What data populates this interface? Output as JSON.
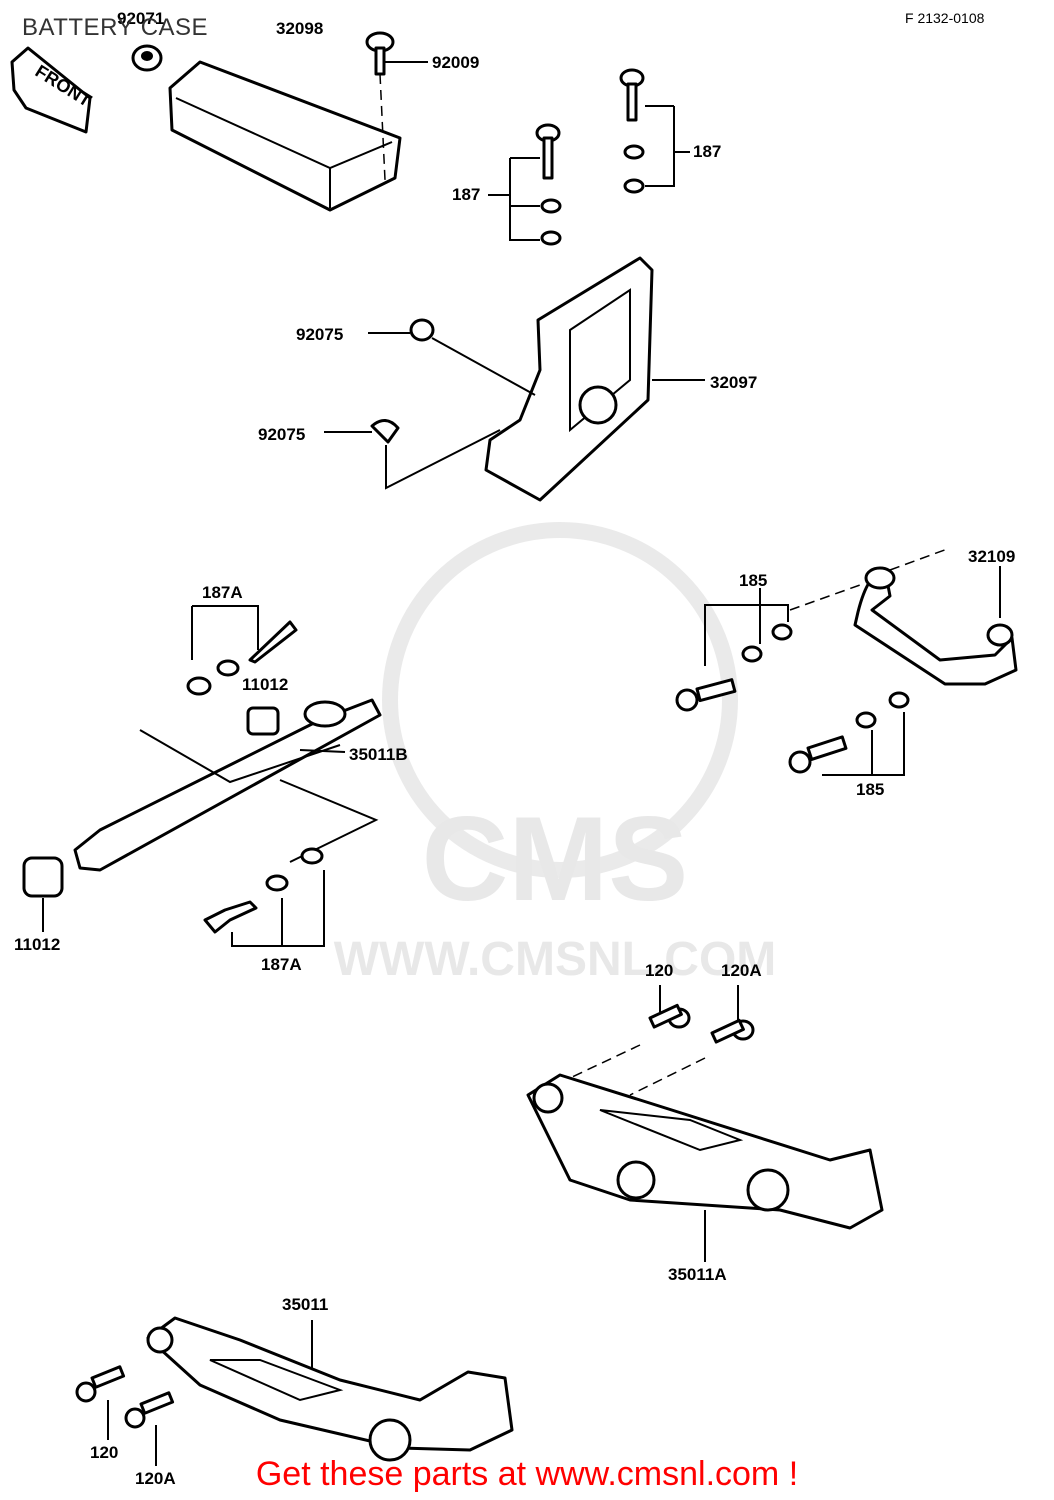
{
  "header": {
    "title": "BATTERY CASE",
    "diagram_code": "F 2132-0108"
  },
  "front_label": "FRONT",
  "watermark": {
    "logo_text": "CMS",
    "url_text": "WWW.CMSNL.COM"
  },
  "part_labels": {
    "p92071": "92071",
    "p32098": "32098",
    "p92009": "92009",
    "p187_right": "187",
    "p187_left": "187",
    "p92075_top": "92075",
    "p32097": "32097",
    "p92075_bottom": "92075",
    "p187A_top": "187A",
    "p11012_top": "11012",
    "p35011B": "35011B",
    "p11012_bottom": "11012",
    "p187A_bottom": "187A",
    "p185_top": "185",
    "p32109": "32109",
    "p185_bottom": "185",
    "p120_top": "120",
    "p120A_top": "120A",
    "p35011A": "35011A",
    "p35011": "35011",
    "p120_bottom": "120",
    "p120A_bottom": "120A"
  },
  "footer": {
    "link_text": "Get these parts at www.cmsnl.com !",
    "link_color": "#ff0000"
  }
}
